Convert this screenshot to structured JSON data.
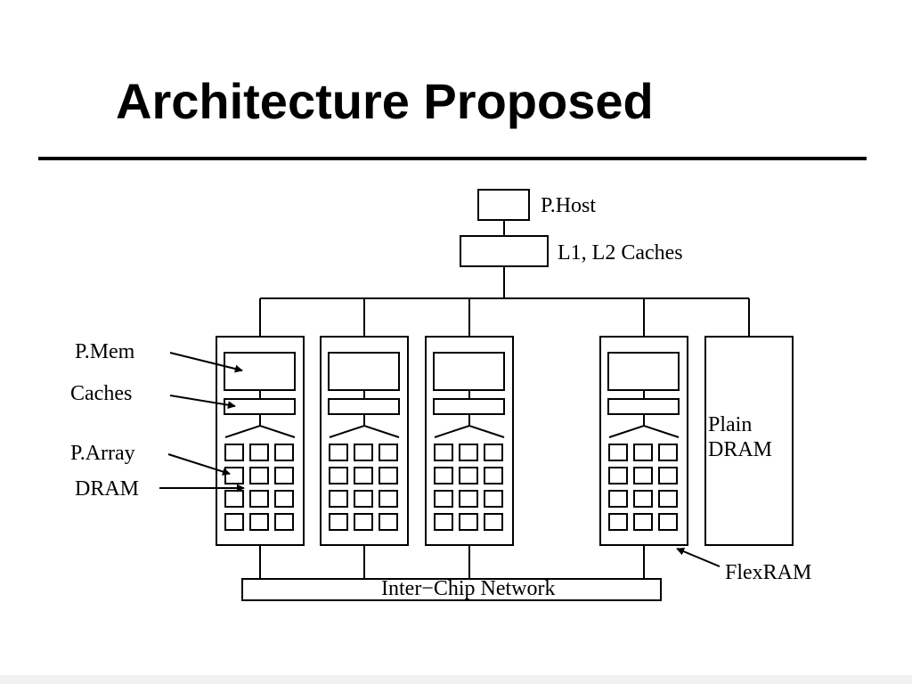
{
  "title": "Architecture Proposed",
  "labels": {
    "host": "P.Host",
    "caches_top": "L1, L2 Caches",
    "pmem": "P.Mem",
    "caches": "Caches",
    "parray": "P.Array",
    "dram": "DRAM",
    "plain_line1": "Plain",
    "plain_line2": "DRAM",
    "network": "Inter−Chip Network",
    "flexram": "FlexRAM"
  },
  "colors": {
    "ink": "#000000",
    "background": "#ffffff"
  }
}
